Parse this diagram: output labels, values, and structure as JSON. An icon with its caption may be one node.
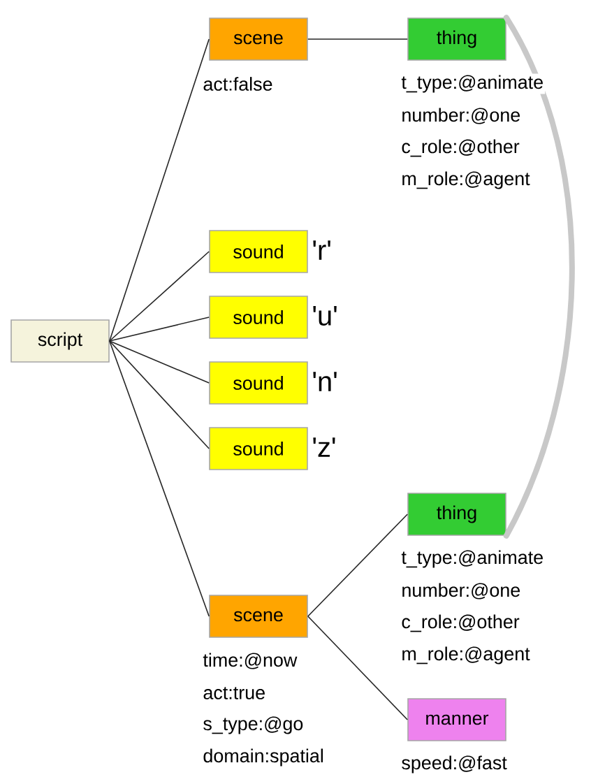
{
  "diagram": {
    "nodes": [
      {
        "text": [
          "script"
        ]
      },
      {
        "text": [
          "scene"
        ],
        "beside": [
          "act:false"
        ]
      },
      {
        "text": [
          "thing"
        ],
        "beside": [
          "t_type:@animate",
          "number:@one",
          "c_role:@other",
          "m_role:@agent"
        ]
      },
      {
        "text": [
          "sound"
        ],
        "beside": [
          "'r'"
        ]
      },
      {
        "text": [
          "sound"
        ],
        "beside": [
          "'u'"
        ]
      },
      {
        "text": [
          "sound"
        ],
        "beside": [
          "'n'"
        ]
      },
      {
        "text": [
          "sound"
        ],
        "beside": [
          "'z'"
        ]
      },
      {
        "text": [
          "scene"
        ],
        "beside": [
          "time:@now",
          "act:true",
          "s_type:@go",
          "domain:spatial"
        ]
      },
      {
        "text": [
          "thing"
        ],
        "beside": [
          "t_type:@animate",
          "number:@one",
          "c_role:@other",
          "m_role:@agent"
        ]
      },
      {
        "text": [
          "manner"
        ],
        "beside": [
          "speed:@fast"
        ]
      }
    ],
    "edges": [
      {
        "from": 0,
        "to": 1,
        "arrow": "none"
      },
      {
        "from": 1,
        "to": 2,
        "arrow": "none"
      },
      {
        "from": 0,
        "to": 3,
        "arrow": "none"
      },
      {
        "from": 0,
        "to": 4,
        "arrow": "none"
      },
      {
        "from": 0,
        "to": 5,
        "arrow": "none"
      },
      {
        "from": 0,
        "to": 6,
        "arrow": "none"
      },
      {
        "from": 0,
        "to": 7,
        "arrow": "none"
      },
      {
        "from": 7,
        "to": 8,
        "arrow": "none"
      },
      {
        "from": 7,
        "to": 9,
        "arrow": "none"
      },
      {
        "from": 2,
        "to": 8,
        "arrow": "none",
        "style": "thick",
        "color": "#c8c8c8"
      }
    ]
  }
}
